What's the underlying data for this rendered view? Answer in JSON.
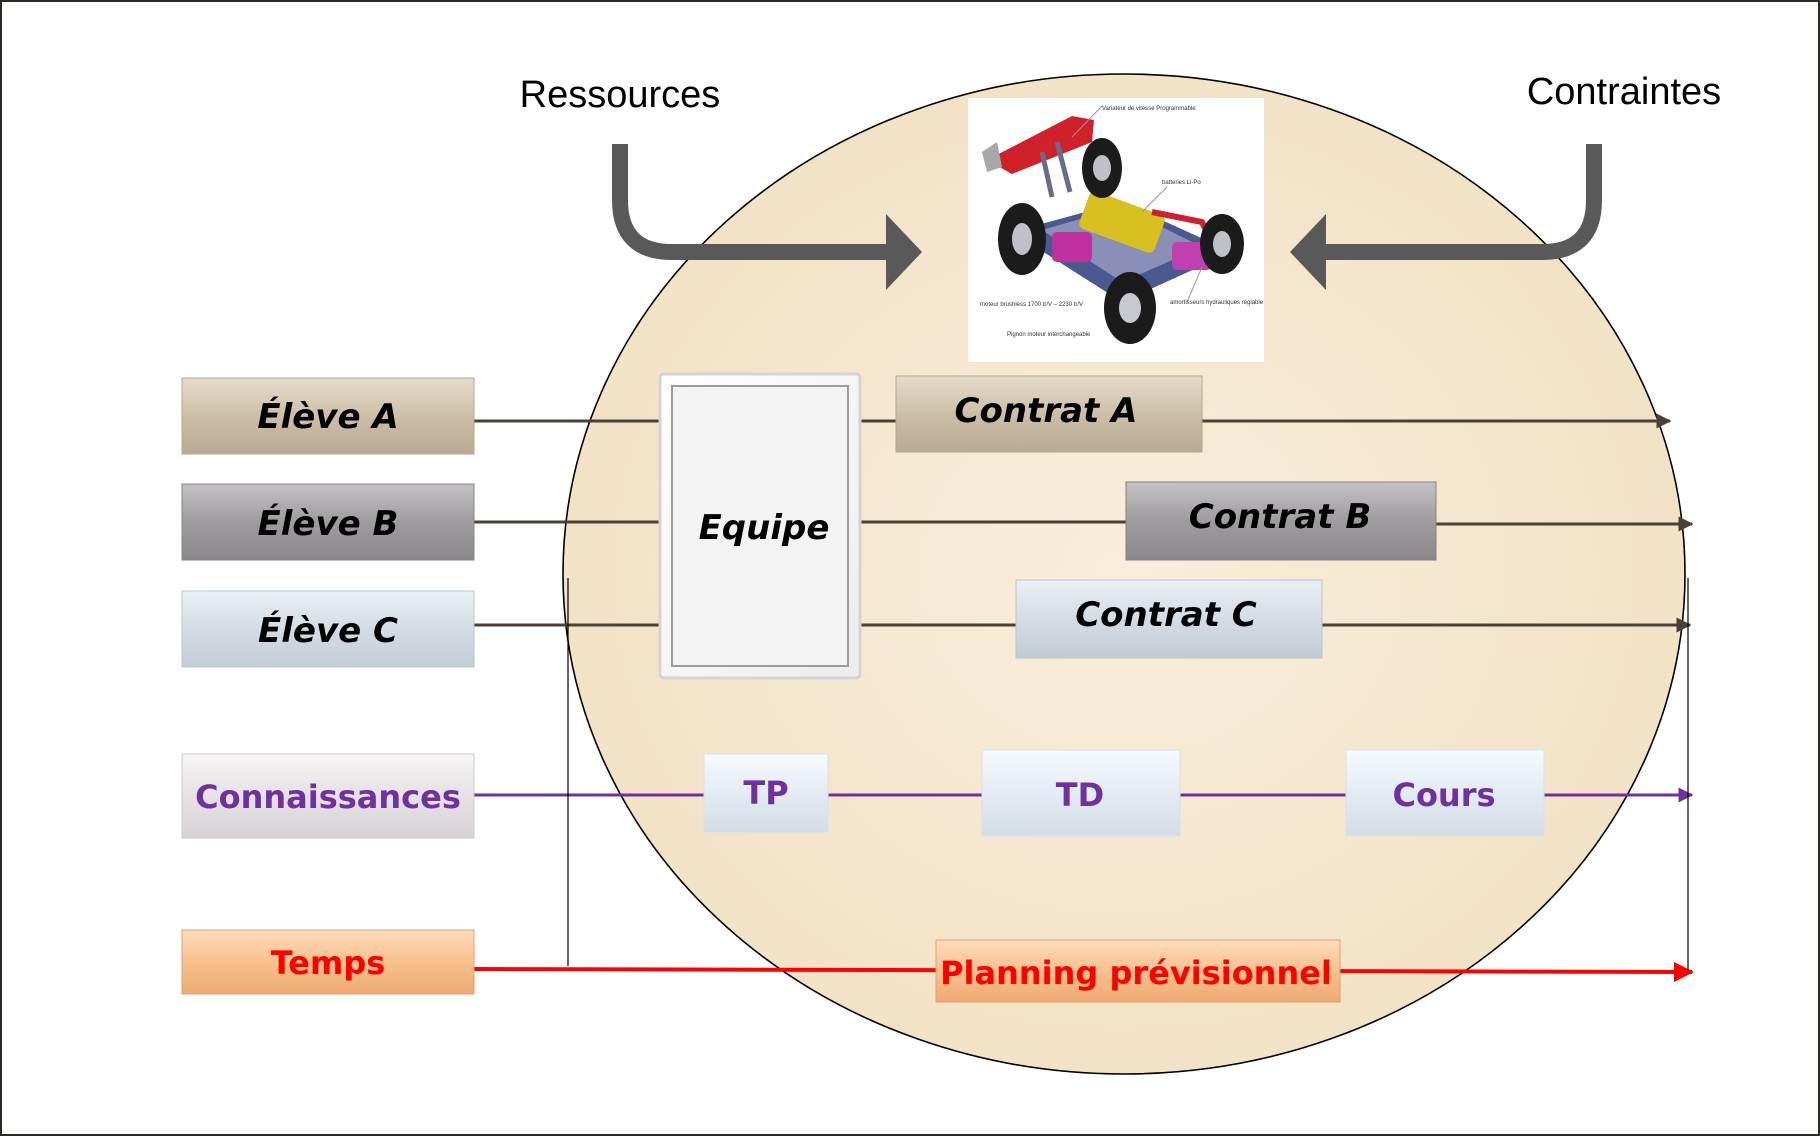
{
  "labels": {
    "ressources": "Ressources",
    "contraintes": "Contraintes"
  },
  "rows": {
    "eleve_a": "Élève A",
    "eleve_b": "Élève B",
    "eleve_c": "Élève C",
    "connaissances": "Connaissances",
    "temps": "Temps"
  },
  "team": "Equipe",
  "contracts": {
    "a": "Contrat A",
    "b": "Contrat B",
    "c": "Contrat C"
  },
  "knowledge_steps": [
    "TP",
    "TD",
    "Cours"
  ],
  "planning": "Planning prévisionnel",
  "car_image": {
    "annotations": [
      "Variateur de vitesse Programmable",
      "batteries Li-Po",
      "moteur brushless 1700 tr/V – 2230 tr/V",
      "amortisseurs hydrauliques réglable",
      "Pignon moteur interchangeable"
    ]
  },
  "colors": {
    "circle_fill": "#f6e9d3",
    "eleve_a": "#cdbfa7",
    "eleve_b": "#9e9c9f",
    "eleve_c": "#d4dde4",
    "connaissances": "#e6e2e5",
    "temps": "#f8c08e",
    "purple": "#7030a0",
    "red": "#ff0000",
    "arrow_grey": "#595959"
  }
}
